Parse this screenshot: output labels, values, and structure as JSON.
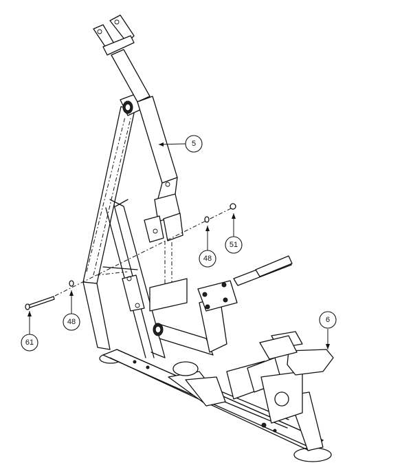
{
  "callouts": [
    {
      "id": "c5",
      "label": "5"
    },
    {
      "id": "c51",
      "label": "51"
    },
    {
      "id": "c48a",
      "label": "48"
    },
    {
      "id": "c48b",
      "label": "48"
    },
    {
      "id": "c61",
      "label": "61"
    },
    {
      "id": "c6",
      "label": "6"
    }
  ]
}
